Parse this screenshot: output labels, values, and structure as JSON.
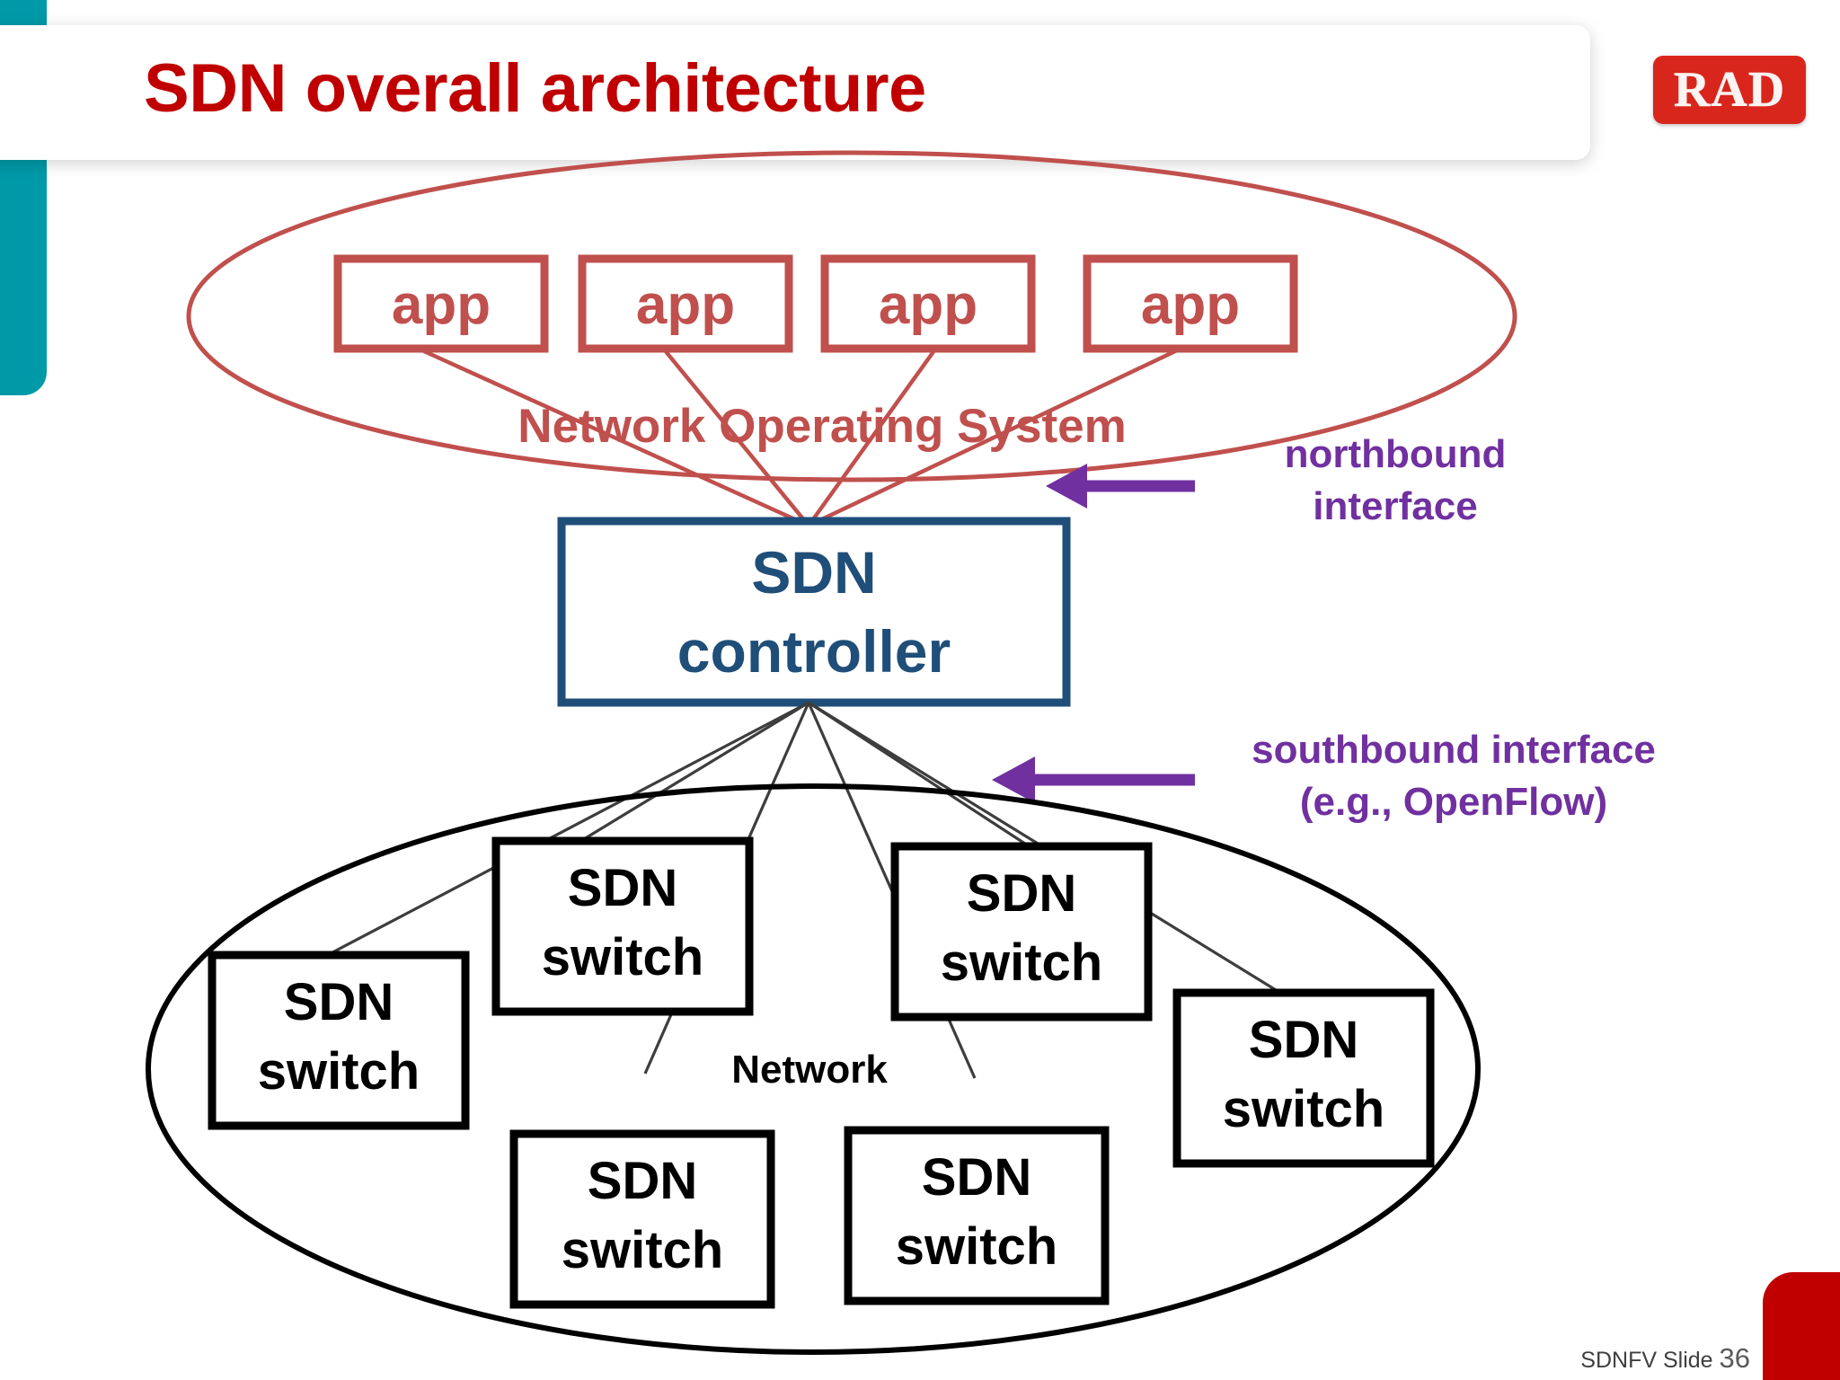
{
  "slide": {
    "title": "SDN overall architecture",
    "logo_text": "RAD",
    "footer_label": "SDNFV Slide",
    "slide_number": "36",
    "accent_color": "#0099A8",
    "title_color": "#C00000",
    "logo_color": "#D9261C"
  },
  "diagram": {
    "application_layer": {
      "ellipse_label": "Network Operating System",
      "label_color": "#C0504D",
      "apps": [
        {
          "label": "app"
        },
        {
          "label": "app"
        },
        {
          "label": "app"
        },
        {
          "label": "app"
        }
      ]
    },
    "controller": {
      "line1": "SDN",
      "line2": "controller",
      "color": "#1F4E79"
    },
    "northbound": {
      "line1": "northbound",
      "line2": "interface",
      "color": "#7030A0"
    },
    "southbound": {
      "line1": "southbound interface",
      "line2": "(e.g., OpenFlow)",
      "color": "#7030A0"
    },
    "network_layer": {
      "ellipse_label": "Network",
      "switches": [
        {
          "line1": "SDN",
          "line2": "switch"
        },
        {
          "line1": "SDN",
          "line2": "switch"
        },
        {
          "line1": "SDN",
          "line2": "switch"
        },
        {
          "line1": "SDN",
          "line2": "switch"
        },
        {
          "line1": "SDN",
          "line2": "switch"
        },
        {
          "line1": "SDN",
          "line2": "switch"
        }
      ]
    }
  }
}
